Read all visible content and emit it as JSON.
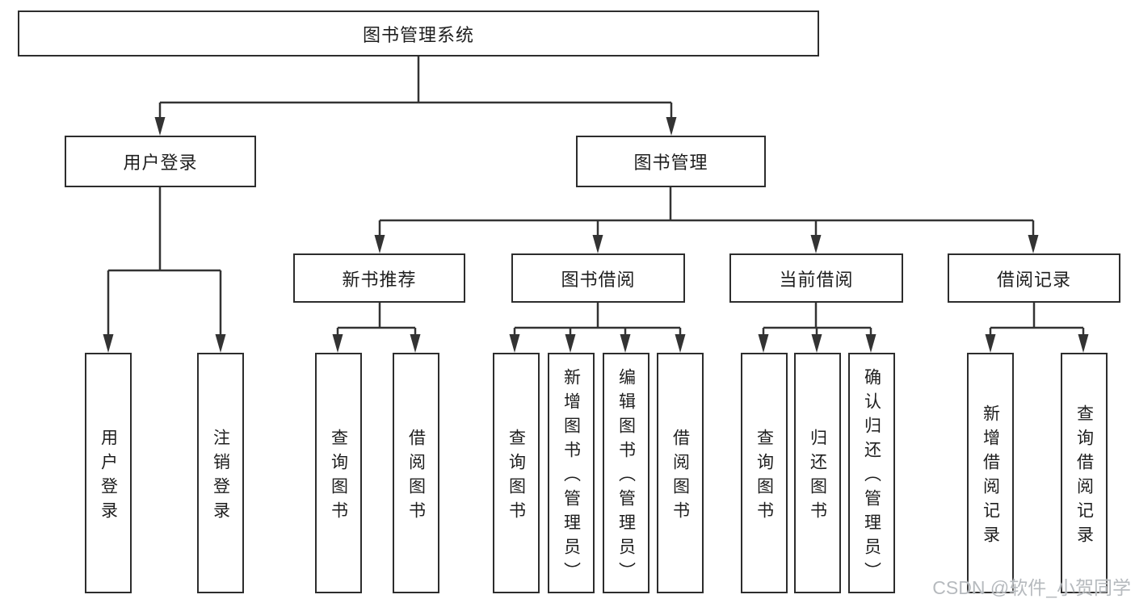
{
  "diagram_title": "图书管理系统",
  "nodes": {
    "root": {
      "label": "图书管理系统"
    },
    "userLogin": {
      "label": "用户登录"
    },
    "bookMgmt": {
      "label": "图书管理"
    },
    "newBookRec": {
      "label": "新书推荐"
    },
    "bookBorrow": {
      "label": "图书借阅"
    },
    "currentBorrow": {
      "label": "当前借阅"
    },
    "borrowRecords": {
      "label": "借阅记录"
    },
    "leafUserLogin": {
      "label": "用户登录"
    },
    "leafLogout": {
      "label": "注销登录"
    },
    "leafQueryBook1": {
      "label": "查询图书"
    },
    "leafBorrowBook1": {
      "label": "借阅图书"
    },
    "leafQueryBook2": {
      "label": "查询图书"
    },
    "leafAddBook": {
      "label": "新增图书（管理员）"
    },
    "leafEditBook": {
      "label": "编辑图书（管理员）"
    },
    "leafBorrowBook2": {
      "label": "借阅图书"
    },
    "leafQueryBook3": {
      "label": "查询图书"
    },
    "leafReturnBook": {
      "label": "归还图书"
    },
    "leafConfirmReturn": {
      "label": "确认归还（管理员）"
    },
    "leafAddRecord": {
      "label": "新增借阅记录"
    },
    "leafQueryRecord": {
      "label": "查询借阅记录"
    }
  },
  "watermark": {
    "text": "CSDN @软件_小贺同学"
  },
  "colors": {
    "line": "#333333",
    "box_border": "#2d2d2d",
    "text": "#1e1e1e",
    "watermark": "#b6babe",
    "background": "#ffffff"
  }
}
